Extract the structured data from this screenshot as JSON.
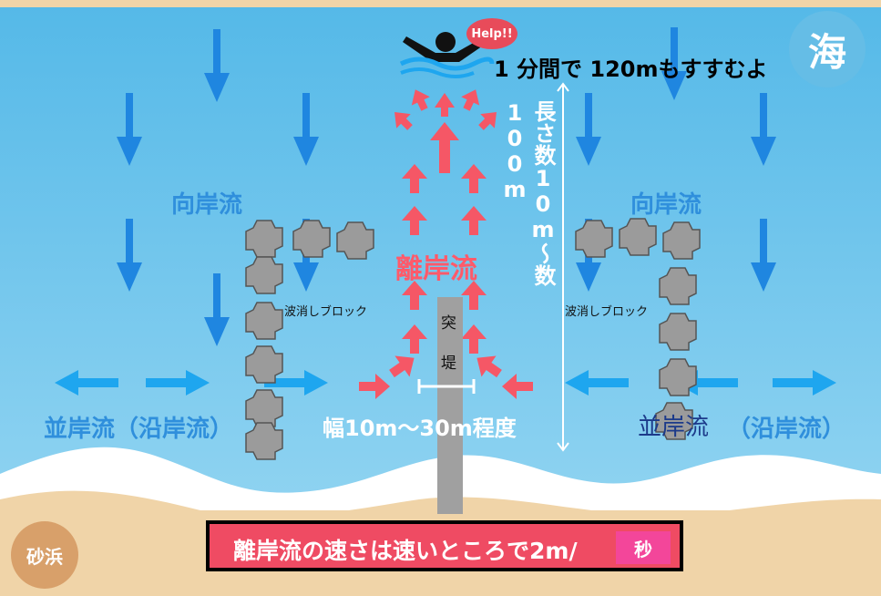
{
  "labels": {
    "sea": "海",
    "sand": "砂浜",
    "onshore_current_left": "向岸流",
    "onshore_current_right": "向岸流",
    "rip_current": "離岸流",
    "longshore_left": "並岸流（沿岸流）",
    "longshore_right_a": "並岸流",
    "longshore_right_b": "（沿岸流）",
    "breakwater_left": "波消しブロック",
    "breakwater_right": "波消しブロック",
    "jetty_char_1": "突",
    "jetty_char_2": "堤",
    "width": "幅10m〜30m程度",
    "length": "長さ数10m〜数100m",
    "help": "Help!!",
    "speed_note": "1 分間で 120mもすすむよ",
    "speed_main": "離岸流の速さは速いところで2m/",
    "speed_unit": "秒"
  },
  "colors": {
    "sea": "#63bfe9",
    "sand": "#f0d4a8",
    "blue_arrow": "#1f86e0",
    "red_arrow": "#f55766",
    "block": "#9b9b9b",
    "jetty": "#a0a0a0",
    "speed_box": "#ef4b63"
  },
  "icons": {
    "swimmer": "drowning-swimmer-icon",
    "onshore_arrow": "down-arrow-icon",
    "rip_arrow": "up-arrow-icon",
    "longshore_arrow": "horizontal-arrow-icon"
  }
}
